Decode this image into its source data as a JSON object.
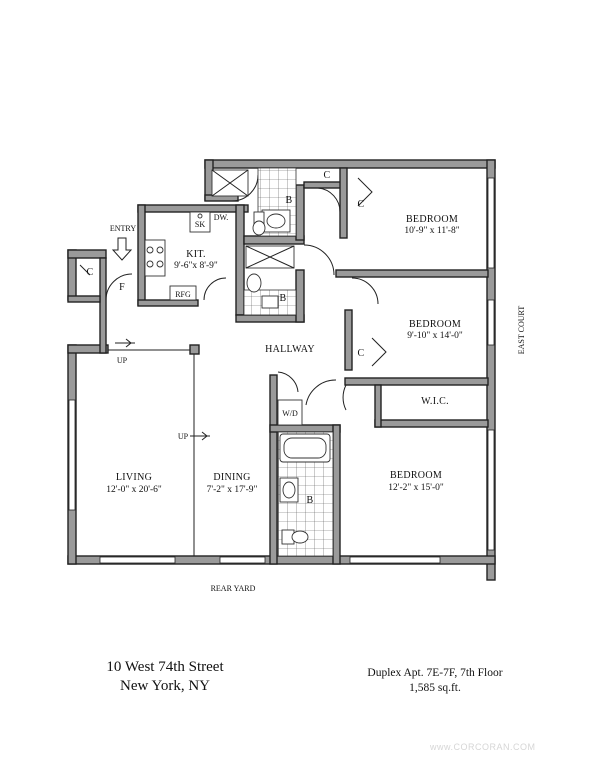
{
  "rooms": {
    "bedroom_1": {
      "name": "BEDROOM",
      "dims": "10'-9\" x 11'-8\""
    },
    "bedroom_2": {
      "name": "BEDROOM",
      "dims": "9'-10\" x 14'-0\""
    },
    "bedroom_3": {
      "name": "BEDROOM",
      "dims": "12'-2\" x 15'-0\""
    },
    "kitchen": {
      "name": "KIT.",
      "dims": "9'-6\"x 8'-9\""
    },
    "living": {
      "name": "LIVING",
      "dims": "12'-0\" x 20'-6\""
    },
    "dining": {
      "name": "DINING",
      "dims": "7'-2\" x 17'-9\""
    },
    "hallway": {
      "name": "HALLWAY"
    },
    "wic": {
      "name": "W.I.C."
    }
  },
  "marks": {
    "closet": "C",
    "bath": "B",
    "foyer": "F",
    "entry": "ENTRY",
    "sink": "SK",
    "dishwasher": "DW.",
    "refrigerator": "RFG",
    "washer_dryer": "W/D",
    "up": "UP"
  },
  "orientation": {
    "rear": "REAR YARD",
    "east": "EAST COURT"
  },
  "address": {
    "line1": "10 West 74th Street",
    "line2": "New York, NY"
  },
  "unit": {
    "line1": "Duplex Apt. 7E-7F, 7th Floor",
    "line2": "1,585 sq.ft."
  },
  "watermark": "www.CORCORAN.COM"
}
